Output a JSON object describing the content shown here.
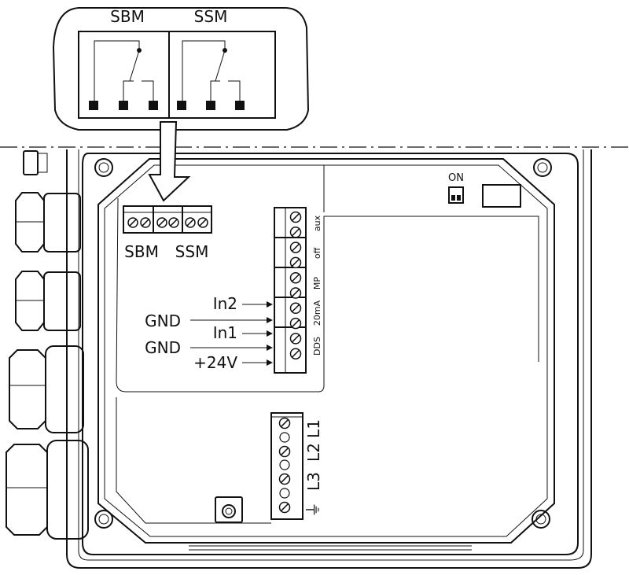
{
  "callout": {
    "left_title": "SBM",
    "right_title": "SSM"
  },
  "relay_terminals": {
    "label_sbm": "SBM",
    "label_ssm": "SSM"
  },
  "control_terminals": {
    "side_labels": [
      "aux",
      "off",
      "MP",
      "20mA",
      "DDS"
    ],
    "inputs": [
      "In2",
      "GND",
      "In1",
      "GND",
      "+24V"
    ]
  },
  "power_terminals": {
    "labels": [
      "L1",
      "L2",
      "L3"
    ],
    "ground_symbol": "⏚"
  },
  "dip_switch": {
    "label": "ON"
  }
}
